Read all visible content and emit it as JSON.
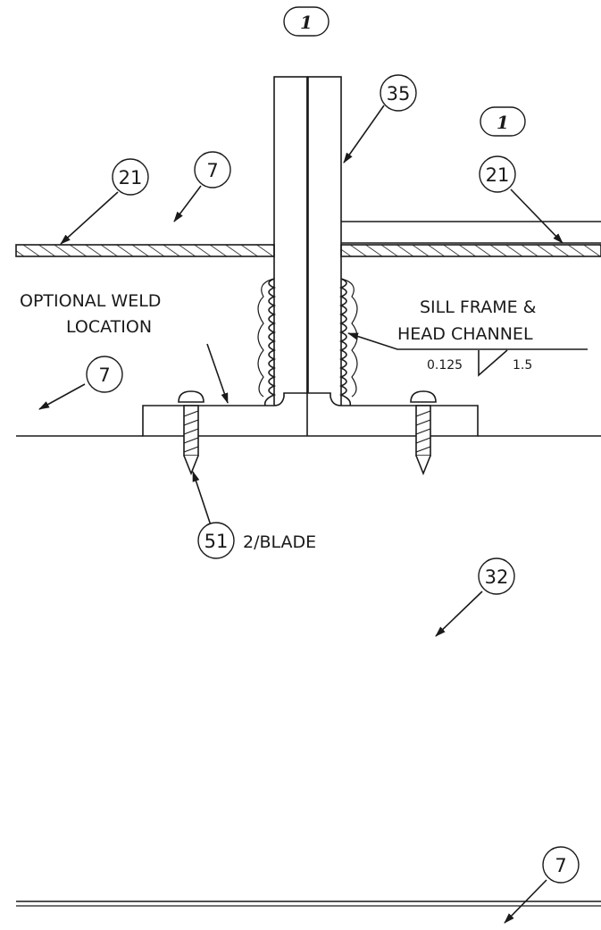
{
  "balloons": {
    "ref_top": "1",
    "ref_right": "1",
    "blade": "35",
    "seal_left": "21",
    "seal_right": "21",
    "frame_upper": "7",
    "frame_left": "7",
    "frame_bottom": "7",
    "screw": "51",
    "panel": "32"
  },
  "notes": {
    "weld_line1": "OPTIONAL WELD",
    "weld_line2": "LOCATION",
    "sill_line1": "SILL FRAME &",
    "sill_line2": "HEAD CHANNEL",
    "screw_qty": "2/BLADE"
  },
  "weld_symbol": {
    "size": "0.125",
    "length": "1.5"
  }
}
